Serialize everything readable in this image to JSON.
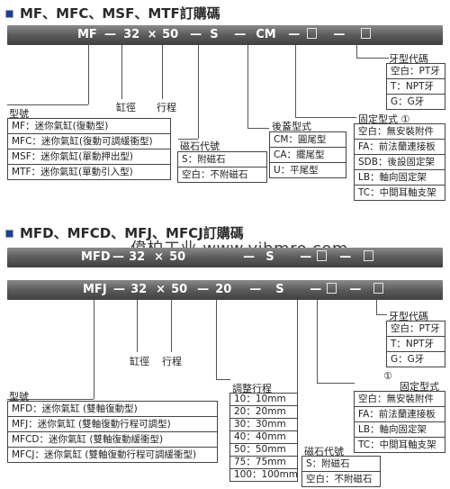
{
  "section1": {
    "title": "MF、MFC、MSF、MTF訂購碼",
    "code_parts": [
      "MF",
      "—",
      "32",
      "×",
      "50",
      "—",
      "S",
      "—",
      "CM",
      "—",
      "",
      "—",
      ""
    ],
    "type_label": "型號",
    "bore_label": "缸徑",
    "stroke_label": "行程",
    "type_rows": [
      "MF：迷你氣缸(復動型)",
      "MFC：迷你氣缸(復動可調緩衝型)",
      "MSF：迷你氣缸(單動押出型)",
      "MTF：迷你氣缸(單動引入型)"
    ],
    "magnet_label": "磁石代號",
    "magnet_rows": [
      "S：附磁石",
      "空白：不附磁石"
    ],
    "cover_label": "後蓋型式",
    "cover_rows": [
      "CM：圓尾型",
      "CA：擺尾型",
      "U：平尾型"
    ],
    "thread_label": "牙型代碼",
    "thread_rows": [
      "空白：PT牙",
      "T：NPT牙",
      "G：G牙"
    ],
    "mount_label": "固定型式 ①",
    "mount_rows": [
      "空白：無安裝附件",
      "FA：前法蘭連接板",
      "SDB：後設固定架",
      "LB：軸向固定架",
      "TC：中間耳軸支架"
    ]
  },
  "section2": {
    "title": "MFD、MFCD、MFJ、MFCJ訂購碼",
    "code1_parts": [
      "MFD",
      "—",
      "32",
      "×",
      "50",
      "—",
      "S",
      "—",
      "",
      "—",
      ""
    ],
    "code2_parts": [
      "MFJ",
      "—",
      "32",
      "×",
      "50",
      "—",
      "20",
      "—",
      "S",
      "—",
      "",
      "—",
      ""
    ],
    "bore_label": "缸徑",
    "stroke_label": "行程",
    "type_label": "型號",
    "type_rows": [
      "MFD：迷你氣缸 (雙軸復動型)",
      "MFJ：迷你氣缸 (雙軸復動行程可調型)",
      "MFCD：迷你氣缸 (雙軸復動緩衝型)",
      "MFCJ：迷你氣缸 (雙軸復動行程可調緩衝型)"
    ],
    "adjust_label": "調整行程",
    "adjust_rows": [
      "10：10mm",
      "20：20mm",
      "30：30mm",
      "40：40mm",
      "50：50mm",
      "75：75mm",
      "100：100mm"
    ],
    "magnet_label": "磁石代號",
    "magnet_rows": [
      "S：附磁石",
      "空白：不附磁石"
    ],
    "thread_label": "牙型代碼",
    "thread_rows": [
      "空白：PT牙",
      "T：NPT牙",
      "G：G牙"
    ],
    "mount_note": "①",
    "mount_label": "固定型式",
    "mount_rows": [
      "空白：無安裝附件",
      "FA：前法蘭連接板",
      "LB：軸向固定架",
      "TC：中間耳軸支架"
    ]
  },
  "watermark": "偉柏工业 www.vibmro.com"
}
